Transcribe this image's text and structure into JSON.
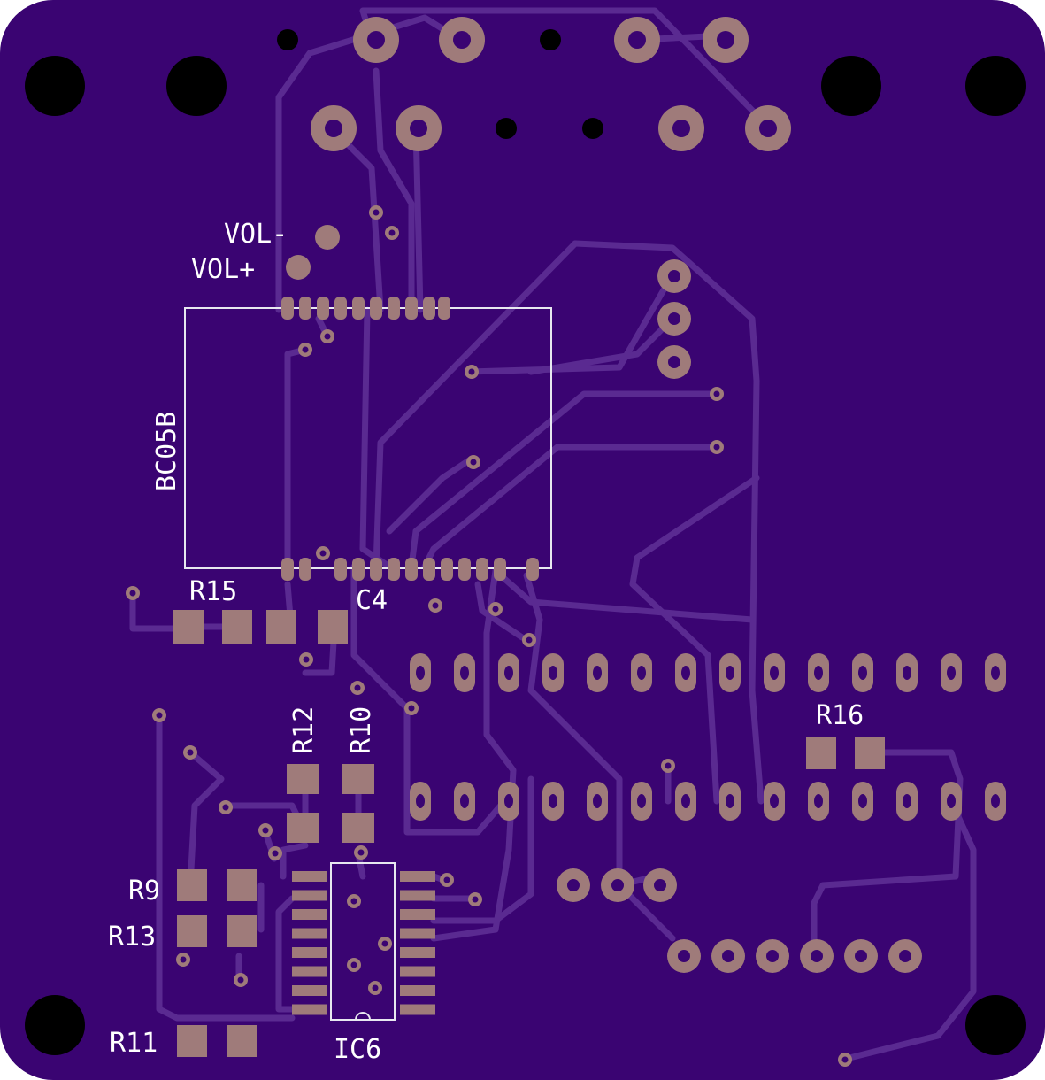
{
  "colors": {
    "board": "#3a0472",
    "trace": "#5a2a91",
    "copper": "#9f7b7a",
    "silk": "#e8e8f0",
    "hole": "#000000"
  },
  "labels": {
    "vol_minus": "VOL-",
    "vol_plus": "VOL+",
    "bt_module": "BC05B",
    "r15": "R15",
    "c4": "C4",
    "r12": "R12",
    "r10": "R10",
    "r16": "R16",
    "r9": "R9",
    "r13": "R13",
    "r11": "R11",
    "ic6": "IC6"
  }
}
